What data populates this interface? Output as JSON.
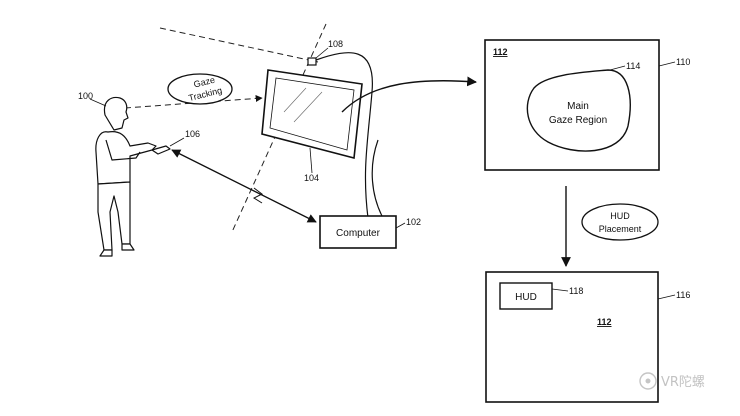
{
  "labels": {
    "user": "100",
    "controller": "106",
    "camera": "108",
    "display": "104",
    "computer_ref": "102",
    "screen_top": "110",
    "screen_top_area": "112",
    "gaze_region_ref": "114",
    "hud_ref": "118",
    "screen_bottom": "116",
    "screen_bottom_area": "112"
  },
  "bubbles": {
    "gaze_tracking_line1": "Gaze",
    "gaze_tracking_line2": "Tracking",
    "hud_placement_line1": "HUD",
    "hud_placement_line2": "Placement"
  },
  "boxes": {
    "computer": "Computer",
    "hud": "HUD",
    "main_gaze_line1": "Main",
    "main_gaze_line2": "Gaze Region"
  },
  "watermark": "VR陀螺"
}
